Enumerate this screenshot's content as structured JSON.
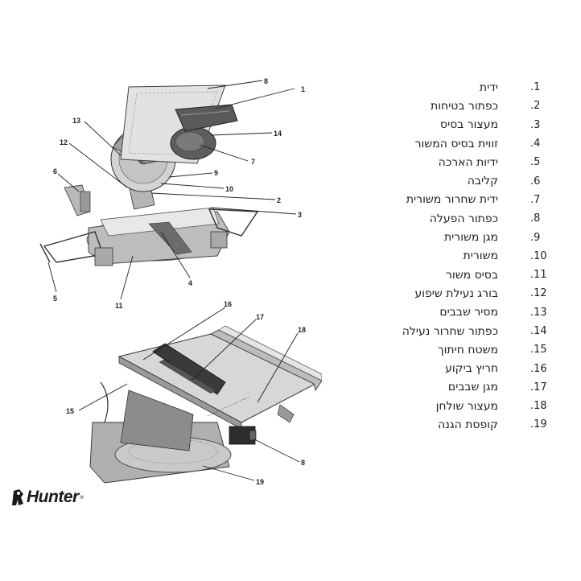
{
  "top_callouts": [
    "8",
    "1",
    "13",
    "14",
    "12",
    "7",
    "6",
    "9",
    "10",
    "2",
    "3",
    "4",
    "5",
    "11"
  ],
  "bottom_callouts": [
    "16",
    "17",
    "18",
    "15",
    "8",
    "19"
  ],
  "parts": [
    {
      "num": ".1",
      "text": "ידית"
    },
    {
      "num": ".2",
      "text": "כפתור בטיחות"
    },
    {
      "num": ".3",
      "text": "מעצור בסיס"
    },
    {
      "num": ".4",
      "text": "זווית בסיס המשור"
    },
    {
      "num": ".5",
      "text": "ידיות הארכה"
    },
    {
      "num": ".6",
      "text": "קליבה"
    },
    {
      "num": ".7",
      "text": "ידית שחרור משורית"
    },
    {
      "num": ".8",
      "text": "כפתור הפעלה"
    },
    {
      "num": ".9",
      "text": "מגן משורית"
    },
    {
      "num": ".10",
      "text": "משורית"
    },
    {
      "num": ".11",
      "text": "בסיס משור"
    },
    {
      "num": ".12",
      "text": "בורג נעילת שיפוע"
    },
    {
      "num": ".13",
      "text": "מסיר שבבים"
    },
    {
      "num": ".14",
      "text": "כפתור שחרור נעילה"
    },
    {
      "num": ".15",
      "text": "משטח חיתוך"
    },
    {
      "num": ".16",
      "text": "חריץ ביקוע"
    },
    {
      "num": ".17",
      "text": "מגן שבבים"
    },
    {
      "num": ".18",
      "text": "מעצור שולחן"
    },
    {
      "num": ".19",
      "text": "קופסת הגנה"
    }
  ],
  "brand": {
    "name": "Hunter",
    "reg": "®"
  }
}
